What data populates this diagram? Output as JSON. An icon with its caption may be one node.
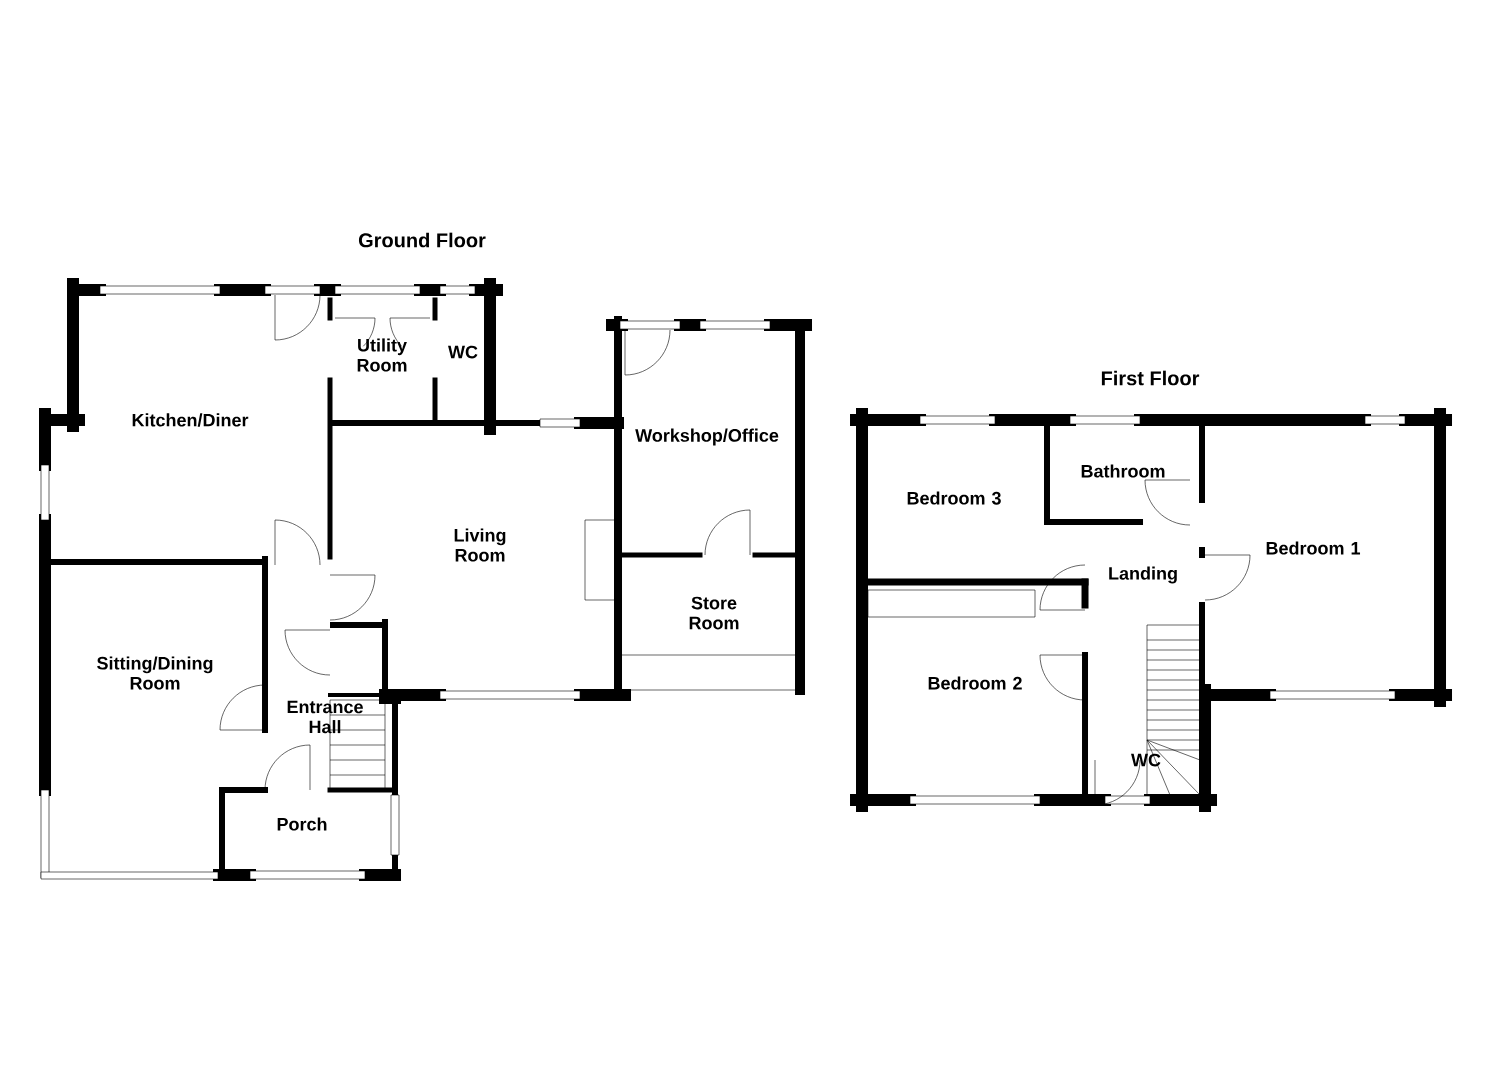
{
  "diagram": {
    "nodes": [
      {
        "text": [
          "Kitchen/Diner"
        ]
      },
      {
        "text": [
          "Utility Room"
        ]
      },
      {
        "text": [
          "WC"
        ]
      },
      {
        "text": [
          "Workshop/Office"
        ]
      },
      {
        "text": [
          "Living Room"
        ]
      },
      {
        "text": [
          "Store Room"
        ]
      },
      {
        "text": [
          "Sitting/Dining Room"
        ]
      },
      {
        "text": [
          "Entrance Hall"
        ]
      },
      {
        "text": [
          "Porch"
        ]
      },
      {
        "text": [
          "Bathroom"
        ]
      },
      {
        "text": [
          "Bedroom 3"
        ]
      },
      {
        "text": [
          "Bedroom 1"
        ]
      },
      {
        "text": [
          "Landing"
        ]
      },
      {
        "text": [
          "Bedroom 2"
        ]
      },
      {
        "text": [
          "WC"
        ]
      }
    ],
    "edges": [],
    "labels": [
      "Ground Floor",
      "First Floor"
    ]
  }
}
